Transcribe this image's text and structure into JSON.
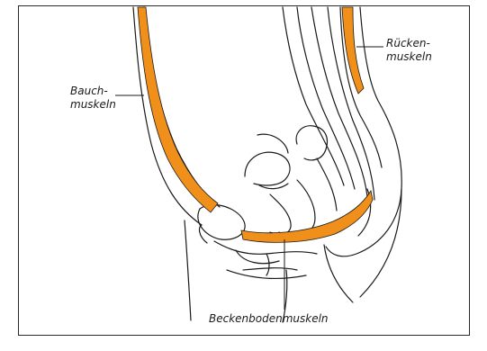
{
  "diagram": {
    "labels": {
      "ruecken": "Rücken-\nmuskeln",
      "bauch": "Bauch-\nmuskeln",
      "becken": "Beckenbodenmuskeln"
    },
    "colors": {
      "muscle": "#f0901a",
      "line": "#1a1a1a",
      "frame": "#2a2a2a",
      "background": "#ffffff"
    }
  }
}
